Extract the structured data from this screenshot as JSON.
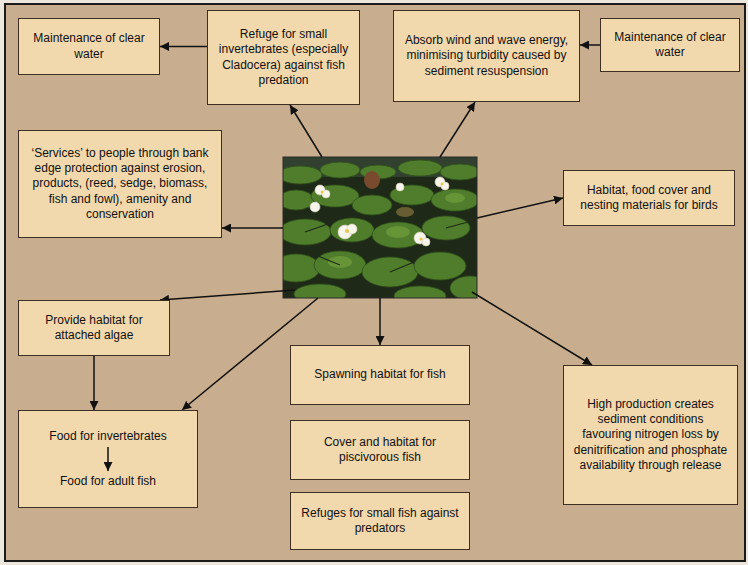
{
  "diagram": {
    "nodes": [
      {
        "text": [
          "Maintenance of clear water"
        ]
      },
      {
        "text": [
          "Refuge for small invertebrates (especially Cladocera) against fish predation"
        ]
      },
      {
        "text": [
          "Absorb wind and wave energy, minimising turbidity caused by sediment resuspension"
        ]
      },
      {
        "text": [
          "Maintenance of clear water"
        ]
      },
      {
        "text": [
          "‘Services’ to people through bank edge protection against erosion, products, (reed, sedge, biomass, fish and fowl), amenity and conservation"
        ]
      },
      {
        "text": [
          "Habitat, food cover and nesting materials for birds"
        ]
      },
      {
        "text": [
          "Provide habitat for attached algae"
        ]
      },
      {
        "text": [
          "Food for invertebrates",
          "Food for adult fish"
        ]
      },
      {
        "text": [
          "Spawning habitat for fish"
        ]
      },
      {
        "text": [
          "Cover and habitat for piscivorous fish"
        ]
      },
      {
        "text": [
          "Refuges for small fish against predators"
        ]
      },
      {
        "text": [
          "High production creates sediment conditions favouring nitrogen loss by denitrification and phosphate availability through release"
        ]
      }
    ],
    "edges": [
      {
        "from": 1,
        "to": 0,
        "arrow": "to"
      },
      {
        "from": 3,
        "to": 2,
        "arrow": "to"
      },
      {
        "from": 6,
        "to": 7,
        "arrow": "to"
      }
    ]
  }
}
